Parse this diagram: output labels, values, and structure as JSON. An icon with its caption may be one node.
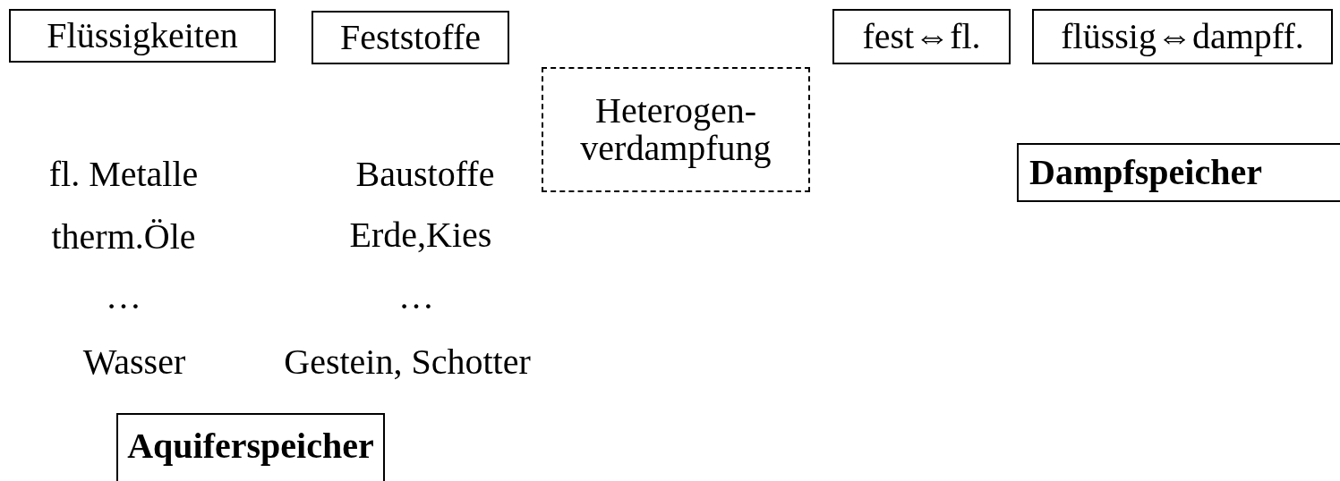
{
  "diagram": {
    "nodes": [
      {
        "text": [
          "Flüssigkeiten"
        ]
      },
      {
        "text": [
          "Feststoffe"
        ]
      },
      {
        "text": [
          "Heterogen- verdampfung"
        ]
      },
      {
        "text": [
          "fest⇔fl."
        ]
      },
      {
        "text": [
          "flüssig⇔dampff."
        ]
      },
      {
        "text": [
          "Dampfspeicher"
        ]
      },
      {
        "text": [
          "Aquiferspeicher"
        ]
      }
    ],
    "edges": [],
    "labels": [
      "fl. Metalle",
      "Baustoffe",
      "therm.Öle",
      "Erde,Kies",
      "…",
      "…",
      "Wasser",
      "Gestein, Schotter"
    ]
  }
}
